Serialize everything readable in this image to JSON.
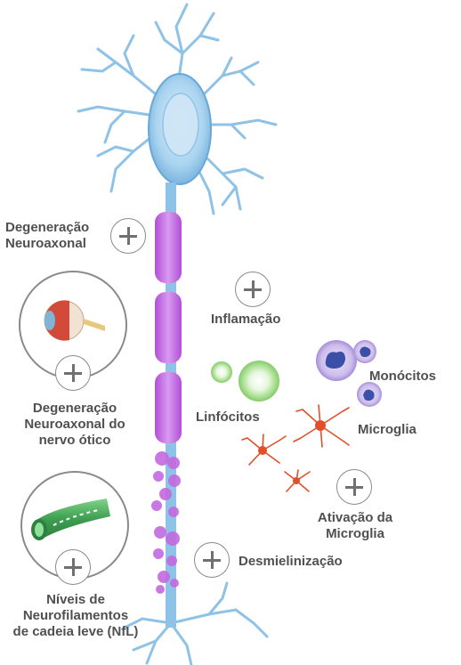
{
  "labels": {
    "degeneracao_neuroaxonal": [
      "Degeneração",
      "Neuroaxonal"
    ],
    "inflamacao": "Inflamação",
    "degeneracao_nervo_otico": [
      "Degeneração",
      "Neuroaxonal do",
      "nervo ótico"
    ],
    "linfocitos": "Linfócitos",
    "monocitos": "Monócitos",
    "microglia": "Microglia",
    "ativacao_microglia": [
      "Ativação da",
      "Microglia"
    ],
    "desmielinizacao": "Desmielinização",
    "niveis_nfl": [
      "Níveis de",
      "Neurofilamentos",
      "de cadeia leve (NfL)"
    ]
  },
  "colors": {
    "label_text": "#505050",
    "neuron": "#8ec2e6",
    "myelin": "#c264e0",
    "lymphocyte": "#9fdc8a",
    "monocyte": "#b9a4e0",
    "microglia": "#e0502a",
    "nerve_fiber": "#4aa85a"
  },
  "icons": [
    "neuron-illustration",
    "eye-icon",
    "nerve-fiber-icon",
    "lymphocyte-icon",
    "monocyte-icon",
    "microglia-icon",
    "plus-icon"
  ]
}
